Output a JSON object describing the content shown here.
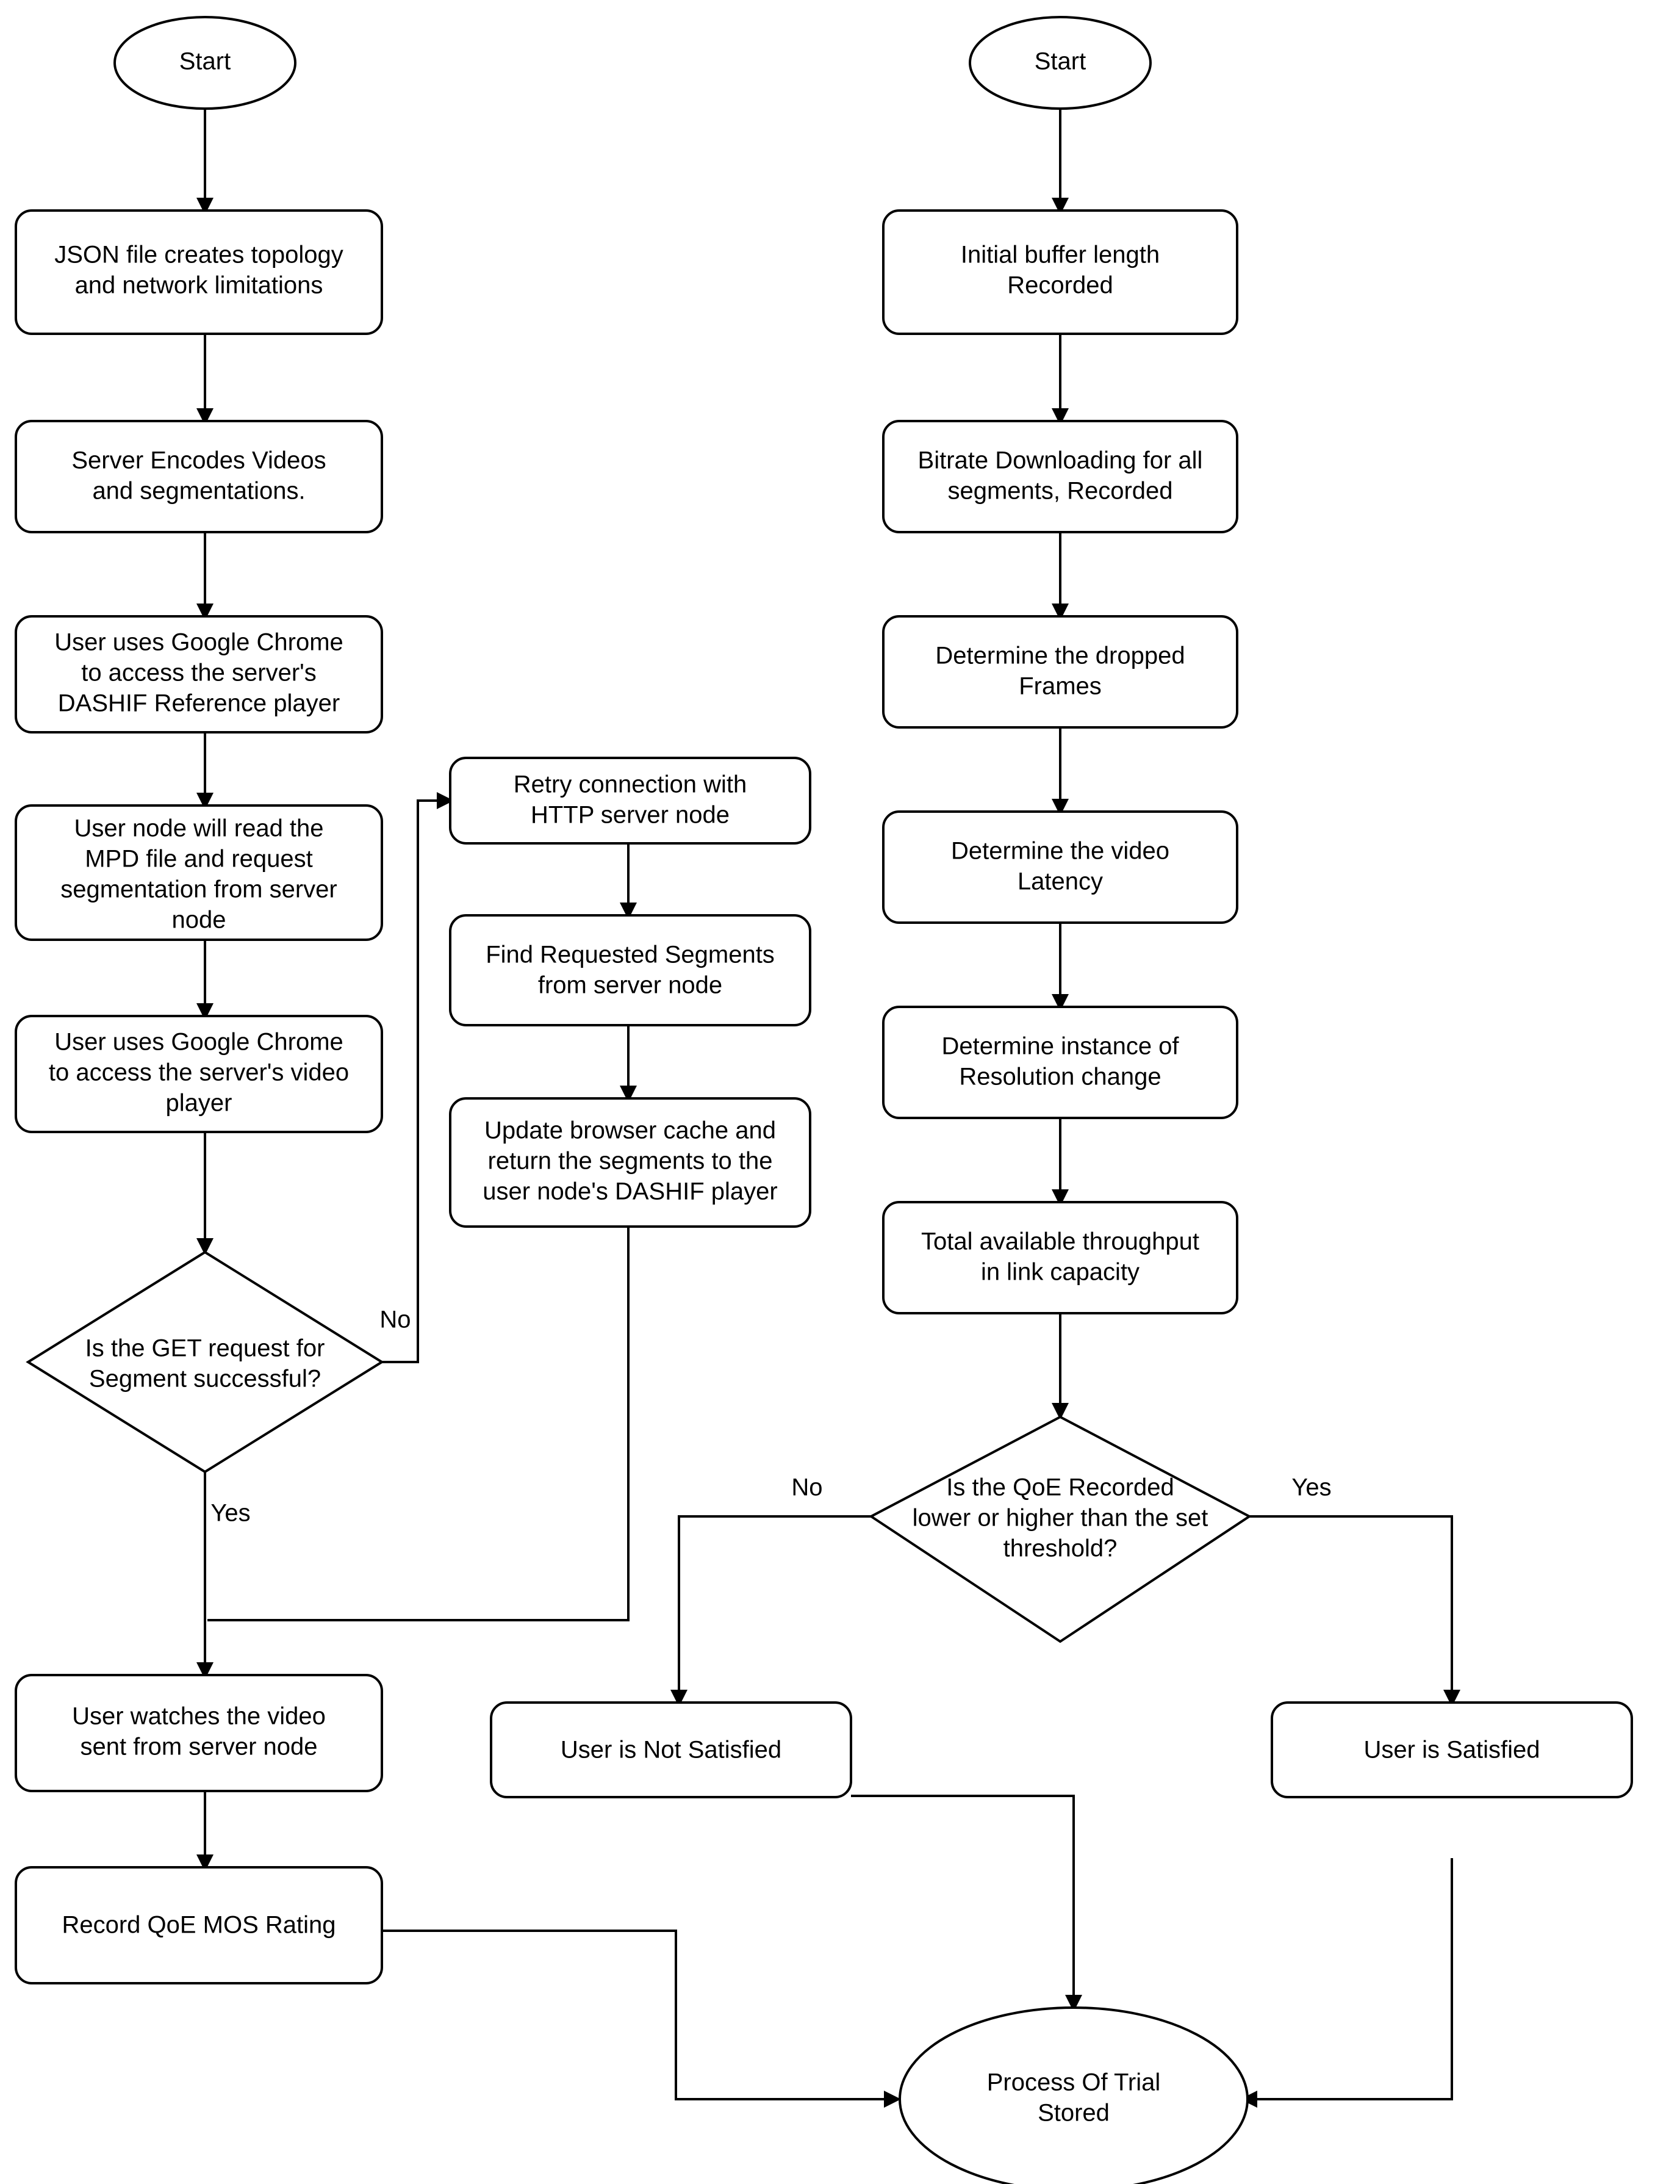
{
  "diagram": {
    "title": "QoE DASH streaming experiment flowchart",
    "background_color": "#ffffff",
    "stroke_color": "#000000",
    "fill_color": "#ffffff"
  },
  "chart_data": {
    "type": "diagram",
    "subtype": "flowchart",
    "orientation": "two-parallel-columns-converging",
    "node_count": 20,
    "edge_count": 21
  },
  "nodes": {
    "start_left": {
      "text": "Start",
      "shape": "ellipse"
    },
    "json_topology": {
      "line1": "JSON file creates topology",
      "line2": "and network limitations",
      "shape": "rounded-rect"
    },
    "server_encodes": {
      "line1": "Server Encodes Videos",
      "line2": "and segmentations.",
      "shape": "rounded-rect"
    },
    "chrome_dashif": {
      "line1": "User uses Google Chrome",
      "line2": "to access the server's",
      "line3": "DASHIF Reference player",
      "shape": "rounded-rect"
    },
    "read_mpd": {
      "line1": "User node will read the",
      "line2": "MPD file and request",
      "line3": "segmentation from server",
      "line4": "node",
      "shape": "rounded-rect"
    },
    "chrome_video": {
      "line1": "User uses Google Chrome",
      "line2": "to access the server's video",
      "line3": "player",
      "shape": "rounded-rect"
    },
    "get_decision": {
      "line1": "Is the GET request for",
      "line2": "Segment successful?",
      "shape": "diamond"
    },
    "watches_video": {
      "line1": "User watches the video",
      "line2": "sent from server node",
      "shape": "rounded-rect"
    },
    "record_mos": {
      "line1": "Record QoE MOS Rating",
      "shape": "rounded-rect"
    },
    "retry_connection": {
      "line1": "Retry connection with",
      "line2": "HTTP server node",
      "shape": "rounded-rect"
    },
    "find_segments": {
      "line1": "Find Requested Segments",
      "line2": "from server node",
      "shape": "rounded-rect"
    },
    "update_cache": {
      "line1": "Update browser cache and",
      "line2": "return the segments to the",
      "line3": "user node's DASHIF player",
      "shape": "rounded-rect"
    },
    "start_right": {
      "text": "Start",
      "shape": "ellipse"
    },
    "initial_buffer": {
      "line1": "Initial buffer length",
      "line2": "Recorded",
      "shape": "rounded-rect"
    },
    "bitrate_downloading": {
      "line1": "Bitrate Downloading for all",
      "line2": "segments, Recorded",
      "shape": "rounded-rect"
    },
    "dropped_frames": {
      "line1": "Determine the dropped",
      "line2": "Frames",
      "shape": "rounded-rect"
    },
    "video_latency": {
      "line1": "Determine the video",
      "line2": "Latency",
      "shape": "rounded-rect"
    },
    "resolution_change": {
      "line1": "Determine instance of",
      "line2": "Resolution change",
      "shape": "rounded-rect"
    },
    "throughput": {
      "line1": "Total available throughput",
      "line2": "in link capacity",
      "shape": "rounded-rect"
    },
    "qoe_decision": {
      "line1": "Is the QoE Recorded",
      "line2": "lower or higher than the set",
      "line3": "threshold?",
      "shape": "diamond"
    },
    "not_satisfied": {
      "line1": "User is Not Satisfied",
      "shape": "rounded-rect"
    },
    "satisfied": {
      "line1": "User is Satisfied",
      "shape": "rounded-rect"
    },
    "process_stored": {
      "line1": "Process Of Trial",
      "line2": "Stored",
      "shape": "ellipse"
    }
  },
  "edge_labels": {
    "get_no": "No",
    "get_yes": "Yes",
    "qoe_no": "No",
    "qoe_yes": "Yes"
  }
}
